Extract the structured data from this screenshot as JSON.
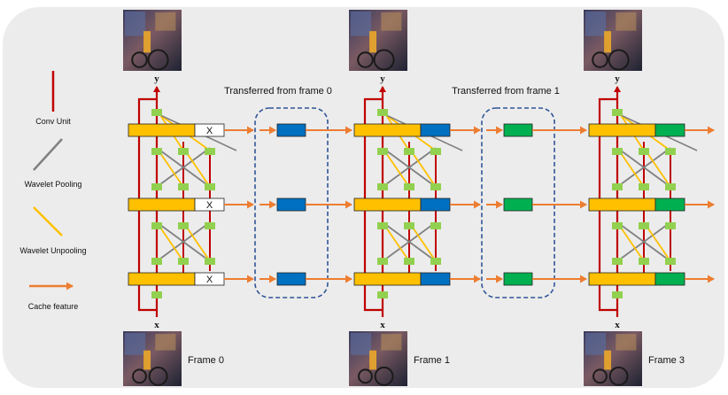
{
  "colors": {
    "background_panel": "#ececec",
    "conv_unit": "#c00000",
    "wavelet_pooling": "#808080",
    "wavelet_unpooling": "#ffc000",
    "cache_feature": "#ed7d31",
    "block_yellow": "#ffc000",
    "block_blue": "#0070c0",
    "block_green": "#00b050",
    "small_green": "#92d050",
    "dashed_border": "#2f5597"
  },
  "legend": {
    "conv_unit": "Conv Unit",
    "wavelet_pooling": "Wavelet Pooling",
    "wavelet_unpooling": "Wavelet Unpooling",
    "cache_feature": "Cache feature"
  },
  "transfers": [
    {
      "label": "Transferred from frame 0",
      "color": "#0070c0"
    },
    {
      "label": "Transferred from frame 1",
      "color": "#00b050"
    }
  ],
  "frames": [
    {
      "label": "Frame 0",
      "input": "x",
      "output": "y",
      "cache_mark": "X",
      "cache_color": "#ffffff"
    },
    {
      "label": "Frame 1",
      "input": "x",
      "output": "y",
      "cache_mark": "",
      "cache_color": "#0070c0"
    },
    {
      "label": "Frame 3",
      "input": "x",
      "output": "y",
      "cache_mark": "",
      "cache_color": "#00b050"
    }
  ]
}
